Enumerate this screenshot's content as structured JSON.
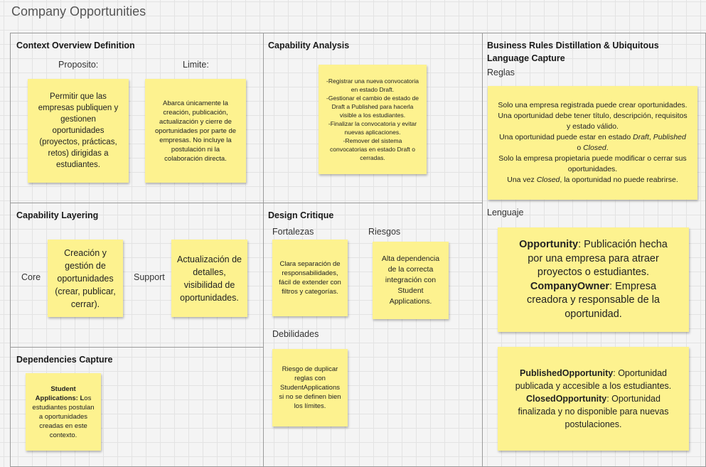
{
  "board_title": "Company Opportunities",
  "sections": {
    "context": {
      "title": "Context Overview Definition",
      "proposito_label": "Proposito:",
      "limite_label": "Limite:",
      "proposito_note": "Permitir que las empresas publiquen y gestionen oportunidades (proyectos, prácticas, retos) dirigidas a estudiantes.",
      "limite_note": "Abarca únicamente la creación, publicación, actualización y cierre de oportunidades por parte de empresas. No incluye la postulación ni la colaboración directa."
    },
    "capability_analysis": {
      "title": "Capability Analysis",
      "note_lines": [
        "-Registrar una nueva convocatoria en estado Draft.",
        "-Gestionar el cambio de estado de Draft a Published para hacerla visible a los estudiantes.",
        "-Finalizar la convocatoria y evitar nuevas aplicaciones.",
        "-Remover del sistema convocatorias en estado Draft o cerradas."
      ]
    },
    "business_rules": {
      "title": "Business Rules Distillation & Ubiquitous Language Capture",
      "reglas_label": "Reglas",
      "rules": {
        "r1": "Solo una empresa registrada puede crear oportunidades.",
        "r2": "Una oportunidad debe tener título, descripción, requisitos y estado válido.",
        "r3_pre": "Una oportunidad puede estar en estado ",
        "r3_draft": "Draft",
        "r3_comma": ", ",
        "r3_published": "Published",
        "r3_o": " o ",
        "r3_closed": "Closed",
        "r3_end": ".",
        "r4": "Solo la empresa propietaria puede modificar o cerrar sus oportunidades.",
        "r5_pre": "Una vez ",
        "r5_closed": "Closed",
        "r5_post": ", la oportunidad no puede reabrirse."
      },
      "lenguaje_label": "Lenguaje",
      "lang1": {
        "t1": "Opportunity",
        "d1": ": Publicación hecha por una empresa para atraer proyectos o estudiantes.",
        "t2": "CompanyOwner",
        "d2": ": Empresa creadora y responsable de la oportunidad."
      },
      "lang2": {
        "t1": "PublishedOpportunity",
        "d1": ": Oportunidad publicada y accesible a los estudiantes.",
        "t2": "ClosedOpportunity",
        "d2": ": Oportunidad finalizada y no disponible para nuevas postulaciones."
      }
    },
    "capability_layering": {
      "title": "Capability Layering",
      "core_label": "Core",
      "core_note": "Creación y gestión de oportunidades (crear, publicar, cerrar).",
      "support_label": "Support",
      "support_note": "Actualización de detalles, visibilidad de oportunidades."
    },
    "design_critique": {
      "title": "Design Critique",
      "fortalezas_label": "Fortalezas",
      "fortalezas_note": "Clara separación de responsabilidades, fácil de extender con filtros y categorías.",
      "riesgos_label": "Riesgos",
      "riesgos_note": "Alta dependencia de la correcta integración con Student Applications.",
      "debilidades_label": "Debilidades",
      "debilidades_note": "Riesgo de duplicar reglas con StudentApplications si no se definen bien los límites."
    },
    "dependencies": {
      "title": "Dependencies Capture",
      "note_bold": "Student Applications: L",
      "note_rest": "os estudiantes postulan a oportunidades creadas en este contexto."
    }
  },
  "colors": {
    "sticky": "#fdf28f",
    "border": "#9a9a9a",
    "background": "#f4f4f4"
  }
}
